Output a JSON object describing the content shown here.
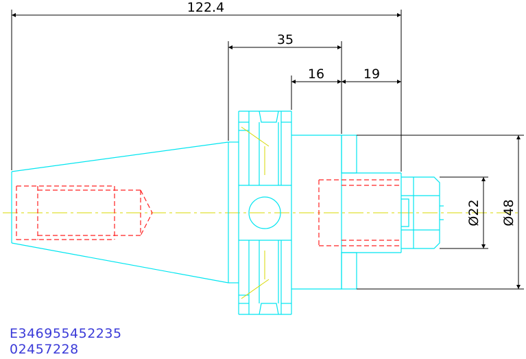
{
  "dimensions": {
    "overall_length": "122.4",
    "flange_to_face": "35",
    "flange_width": "16",
    "nose_length": "19",
    "bore_diameter": "Ø22",
    "body_diameter": "Ø48"
  },
  "part_codes": {
    "line1": "E346955452235",
    "line2": "02457228"
  },
  "colors": {
    "outline": "#00e5f0",
    "hidden": "#ff2020",
    "centerline": "#d8d800",
    "dimension": "#000000",
    "code_text": "#3a3ad8"
  }
}
